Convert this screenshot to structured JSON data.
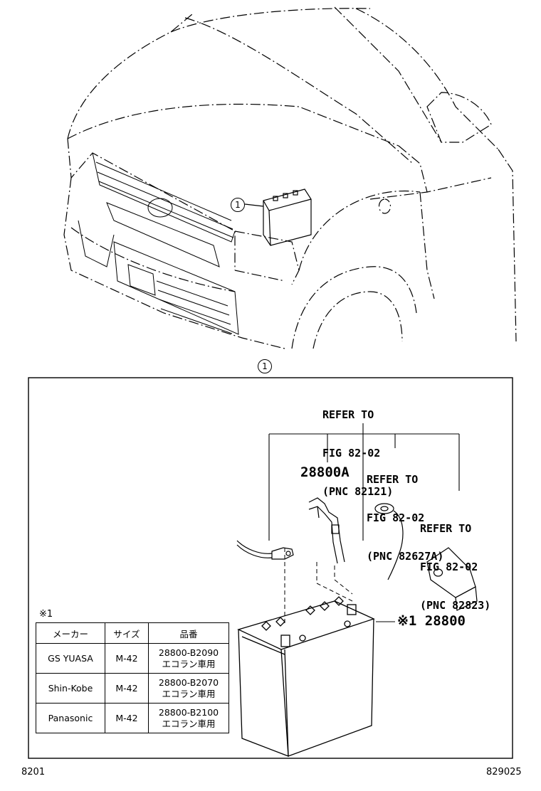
{
  "callout_number": "1",
  "refer_notes": [
    {
      "line1": "REFER TO",
      "line2": "FIG 82-02",
      "line3": "(PNC 82121)"
    },
    {
      "line1": "REFER TO",
      "line2": "FIG 82-02",
      "line3": "(PNC 82627A)"
    },
    {
      "line1": "REFER TO",
      "line2": "FIG 82-02",
      "line3": "(PNC 82823)"
    }
  ],
  "part_labels": {
    "cable": "28800A",
    "battery": "※1 28800"
  },
  "table": {
    "note": "※1",
    "headers": [
      "メーカー",
      "サイズ",
      "品番"
    ],
    "rows": [
      {
        "maker": "GS YUASA",
        "size": "M-42",
        "part": "28800-B2090",
        "note": "エコラン車用"
      },
      {
        "maker": "Shin-Kobe",
        "size": "M-42",
        "part": "28800-B2070",
        "note": "エコラン車用"
      },
      {
        "maker": "Panasonic",
        "size": "M-42",
        "part": "28800-B2100",
        "note": "エコラン車用"
      }
    ]
  },
  "footer": {
    "left": "8201",
    "right": "829025"
  }
}
